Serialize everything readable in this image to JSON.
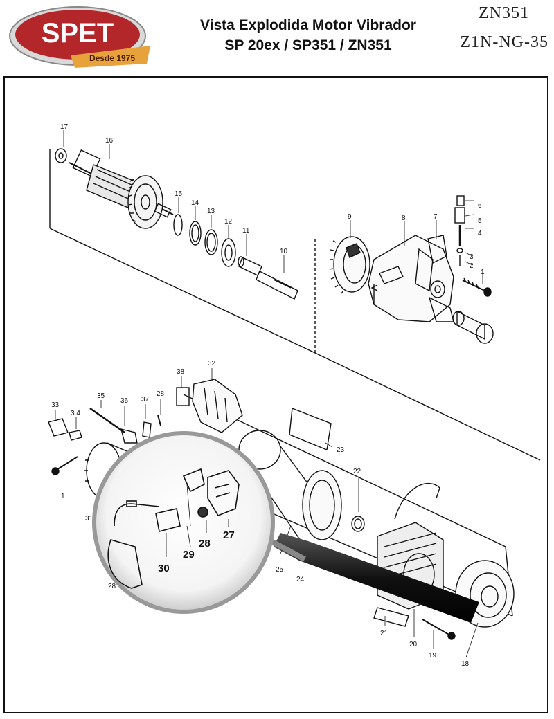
{
  "header": {
    "logo_text": "SPET",
    "logo_tagline": "Desde 1975",
    "title_line1": "Vista Explodida Motor Vibrador",
    "title_line2": "SP 20ex / SP351 / ZN351",
    "model_code": "ZN351",
    "part_code": "Z1N-NG-35"
  },
  "colors": {
    "logo_red": "#b3262a",
    "logo_gold": "#e8a23c",
    "line": "#111111"
  },
  "parts_top": {
    "p1": "1",
    "p2": "2",
    "p3": "3",
    "p4": "4",
    "p5": "5",
    "p6": "6",
    "p7": "7",
    "p8": "8",
    "p9": "9",
    "p10": "10",
    "p11": "11",
    "p12": "12",
    "p13": "13",
    "p14": "14",
    "p15": "15",
    "p16": "16",
    "p17": "17"
  },
  "parts_bottom": {
    "p18": "18",
    "p19": "19",
    "p20": "20",
    "p21": "21",
    "p22": "22",
    "p23": "23",
    "p24": "24",
    "p25": "25",
    "p28": "28",
    "p28b": "28",
    "p32": "32",
    "p33": "33",
    "p34": "3 4",
    "p35": "35",
    "p36": "36",
    "p37": "37",
    "p38": "38",
    "p1b": "1",
    "p31": "31"
  },
  "magnifier": {
    "p27": "27",
    "p28": "28",
    "p29": "29",
    "p30": "30"
  }
}
